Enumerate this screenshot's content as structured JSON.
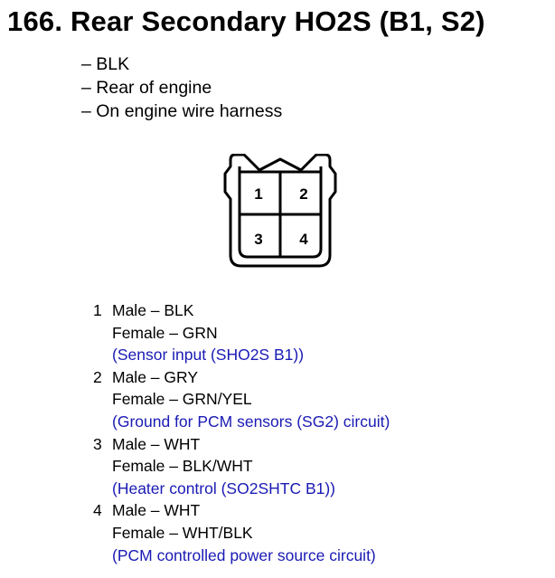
{
  "title": "166. Rear Secondary HO2S (B1, S2)",
  "notes": [
    "– BLK",
    "– Rear of engine",
    "– On engine wire harness"
  ],
  "connector": {
    "pin_labels": [
      "1",
      "2",
      "3",
      "4"
    ]
  },
  "pins": [
    {
      "number": "1",
      "male": "Male – BLK",
      "female": "Female – GRN",
      "description": "(Sensor input (SHO2S B1))"
    },
    {
      "number": "2",
      "male": "Male – GRY",
      "female": "Female – GRN/YEL",
      "description": "(Ground for PCM sensors (SG2) circuit)"
    },
    {
      "number": "3",
      "male": "Male – WHT",
      "female": "Female – BLK/WHT",
      "description": "(Heater control (SO2SHTC B1))"
    },
    {
      "number": "4",
      "male": "Male – WHT",
      "female": "Female – WHT/BLK",
      "description": "(PCM controlled power source circuit)"
    }
  ],
  "colors": {
    "text": "#000000",
    "description": "#1a1ab5"
  }
}
